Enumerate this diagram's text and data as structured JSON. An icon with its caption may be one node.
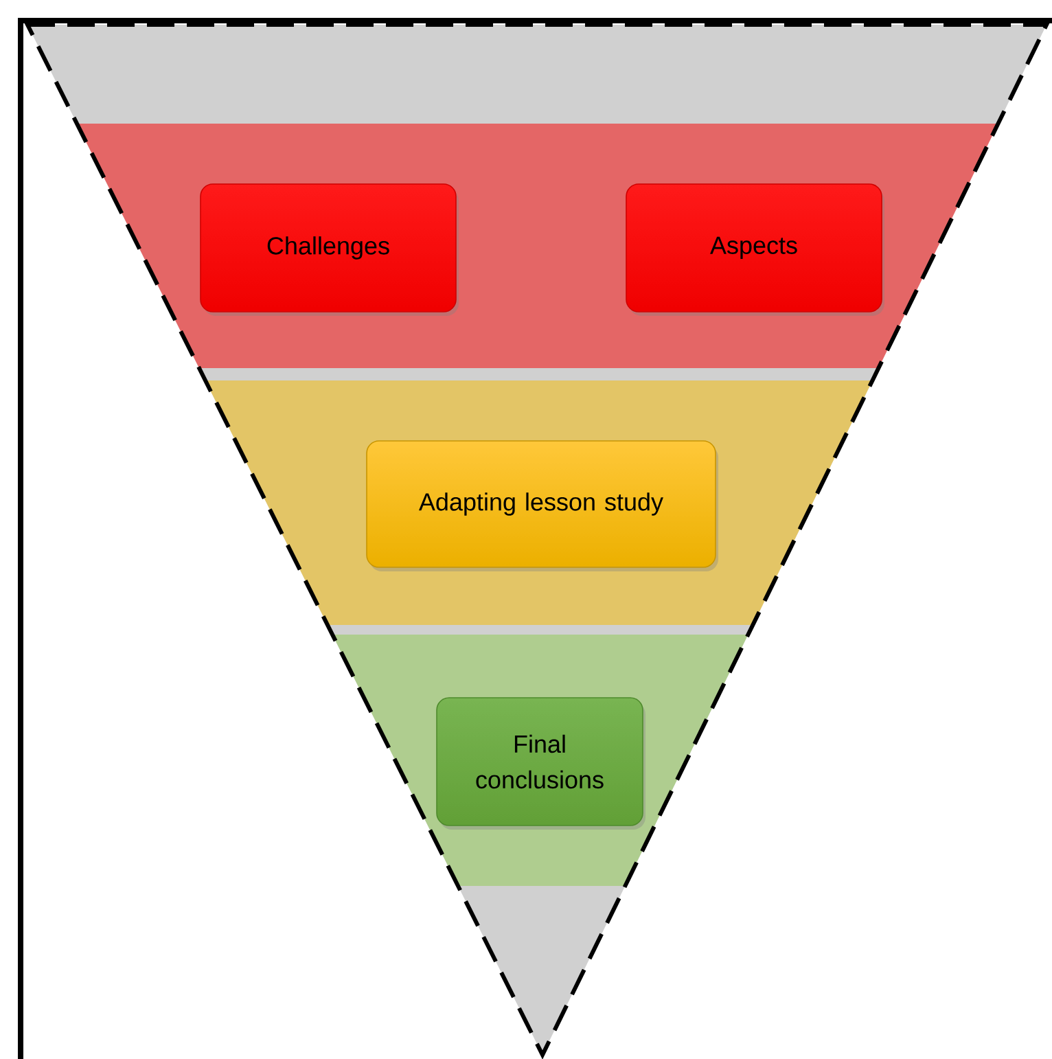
{
  "diagram": {
    "nodes": [
      {
        "text": [],
        "shape": "band"
      },
      {
        "text": [
          "Challenges"
        ],
        "in": 0
      },
      {
        "text": [
          "Aspects"
        ],
        "in": 0
      },
      {
        "text": [],
        "shape": "band"
      },
      {
        "text": [
          "Adapting lesson study"
        ],
        "in": 3
      },
      {
        "text": [],
        "shape": "band"
      },
      {
        "text": [
          "Final conclusions"
        ],
        "in": 5
      }
    ]
  }
}
